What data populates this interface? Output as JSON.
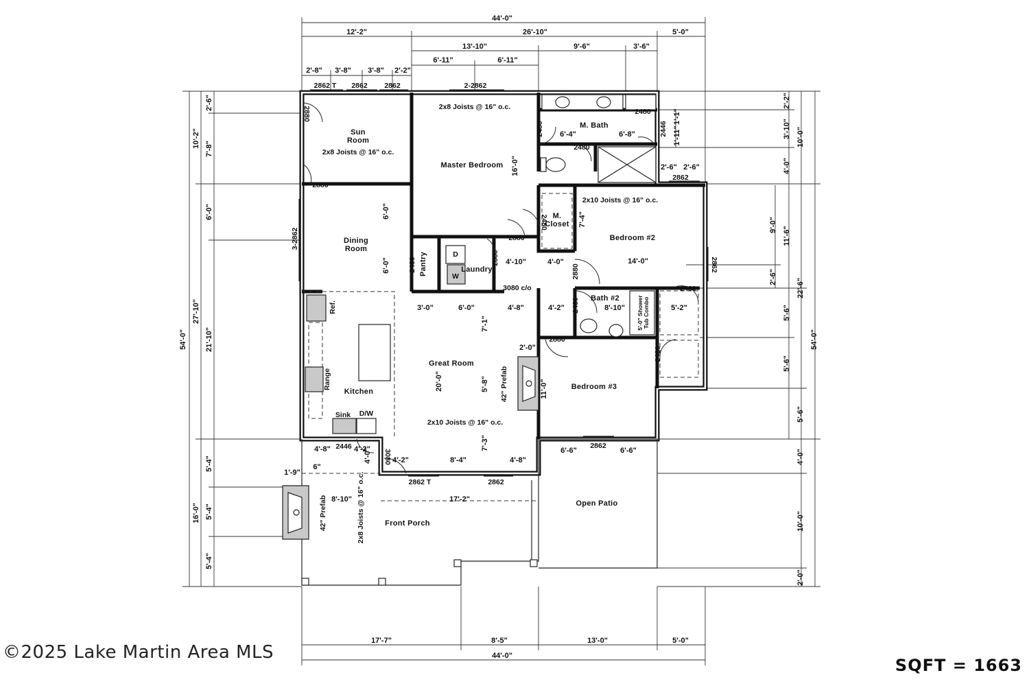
{
  "rooms": {
    "sun_room": [
      "Sun",
      "Room"
    ],
    "master_bedroom": "Master Bedroom",
    "m_bath": "M. Bath",
    "m_closet": [
      "M.",
      "Closet"
    ],
    "bedroom2": "Bedroom #2",
    "dining_room": [
      "Dining",
      "Room"
    ],
    "pantry": "Pantry",
    "laundry": "Laundry",
    "bath2": "Bath #2",
    "great_room": "Great Room",
    "kitchen": "Kitchen",
    "bedroom3": "Bedroom #3",
    "front_porch": "Front Porch",
    "open_patio": "Open Patio"
  },
  "fixtures": {
    "ref": "Ref.",
    "range": "Range",
    "sink": "Sink",
    "dw": "D/W",
    "w": "W",
    "d": "D",
    "prefab_interior": "42\" Prefab",
    "prefab_porch": "42\" Prefab",
    "shower_tub": [
      "5'-0\" Shower",
      "Tub Combo"
    ]
  },
  "joists": {
    "sun_room": "2x8 Joists @ 16\" o.c.",
    "master": "2x8 Joists @ 16\" o.c.",
    "bedroom2": "2x10 Joists @ 16\" o.c.",
    "great_room": "2x10 Joists @ 16\" o.c.",
    "porch": "2x8 Joists @ 16\" o.c."
  },
  "windows": {
    "top_sun1": "2862 T",
    "top_sun2": "2862",
    "top_sun3": "2862",
    "top_master": "2-2862",
    "sun_left": "2880",
    "sun_bottom": "2880",
    "dining_left": "3-2862",
    "mbath": "2480",
    "mbath_right": "2446",
    "mbath_toilet": "2480",
    "mbath_side": "2480",
    "bed2_top": "2862",
    "bed2_right": "2862",
    "bed2_closet": "2480",
    "mcloset": "2480",
    "master_door": "2880",
    "laundry": "2880",
    "pantry": "2480",
    "bed2_door": "2880",
    "bath2_door": "2480",
    "bed3_door": "2880",
    "bed3_closet": "2480",
    "c_o": "3080 c/o",
    "front_door": "3080",
    "kitchen_door": "2446",
    "gr_bottom1": "2862 T",
    "gr_bottom2": "2862",
    "bed3_bottom": "2862"
  },
  "dims": {
    "top_total": "44'-0\"",
    "top_row2": [
      "12'-2\"",
      "26'-10\"",
      "5'-0\""
    ],
    "top_row3": [
      "13'-10\"",
      "9'-6\"",
      "3'-6\""
    ],
    "top_row4": [
      "6'-11\"",
      "6'-11\""
    ],
    "top_row5": [
      "2'-8\"",
      "3'-8\"",
      "3'-8\"",
      "2'-2\""
    ],
    "left_total": "54'-0\"",
    "left_row2": [
      "10'-2\"",
      "27'-10\"",
      "16'-0\""
    ],
    "left_row3": [
      "2'-6\"",
      "7'-8\"",
      "6'-0\"",
      "21'-10\"",
      "5'-4\"",
      "5'-4\"",
      "5'-4\""
    ],
    "right_total": "54'-0\"",
    "right_row2": [
      "10'-0\"",
      "22'-6\"",
      "5'-6\"",
      "4'-0\"",
      "10'-0\"",
      "2'-0\""
    ],
    "right_row3": [
      "2'-2\"",
      "3'-10\"",
      "4'-0\"",
      "11'-6\"",
      "5'-6\"",
      "5'-6\""
    ],
    "right_row4": [
      "9'-0\"",
      "2'-6\""
    ],
    "right_small": [
      "1'-11\"",
      "1'-1\""
    ],
    "bottom_total": "44'-0\"",
    "bottom_row": [
      "17'-7\"",
      "8'-5\"",
      "13'-0\"",
      "5'-0\""
    ],
    "interior": {
      "mb_h": "16'-0\"",
      "mbath_a": "6'-4\"",
      "mbath_b": "6'-8\"",
      "mbath_c": "2'-6\"",
      "mbath_d": "2'-6\"",
      "mcloset_h": "7'-4\"",
      "bed2_w": "14'-0\"",
      "dining_a": "6'-0\"",
      "dining_b": "6'-0\"",
      "hall_a": "4'-10\"",
      "hall_b": "4'-0\"",
      "gr_a": "3'-0\"",
      "gr_b": "6'-0\"",
      "gr_c": "4'-8\"",
      "gr_d": "4'-2\"",
      "bath2_w": "8'-10\"",
      "closet2": "5'-2\"",
      "gr_e": "7'-1\"",
      "gr_f": "2'-0\"",
      "gr_h": "20'-0\"",
      "gr_g": "5'-8\"",
      "bed3_h": "11'-0\"",
      "gr_i": "7'-3\"",
      "porch_a": "4'-8\"",
      "porch_b": "4'-2\"",
      "porch_c": "4'-0\"",
      "porch_d": "4'-2\"",
      "porch_e": "8'-4\"",
      "porch_f": "4'-8\"",
      "patio_a": "6'-6\"",
      "patio_b": "6'-6\"",
      "porch_g": "1'-9\"",
      "porch_h": "6\"",
      "porch_i": "8'-10\"",
      "porch_j": "17'-2\""
    }
  },
  "copyright": "©2025 Lake Martin Area MLS",
  "sqft": "SQFT = 1663"
}
